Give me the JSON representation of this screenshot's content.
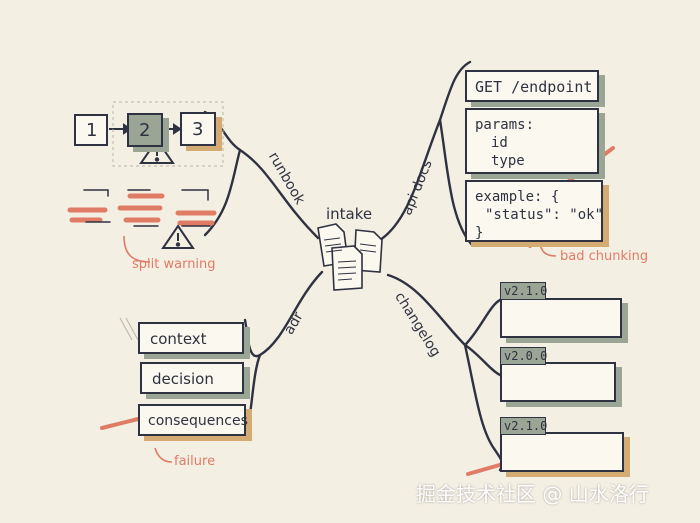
{
  "center": {
    "label": "intake"
  },
  "branches": {
    "runbook": "runbook",
    "adr": "adr",
    "api_docs": "api docs",
    "changelog": "changelog"
  },
  "runbook": {
    "steps": [
      "1",
      "2",
      "3"
    ],
    "annotation": "split warning"
  },
  "api_docs": {
    "endpoint": "GET /endpoint",
    "params_title": "params:",
    "params": [
      "id",
      "type"
    ],
    "example_line1": "example: {",
    "example_line2": "\"status\": \"ok\"",
    "example_line3": "}",
    "annotation": "bad chunking"
  },
  "adr": {
    "sections": [
      "context",
      "decision",
      "consequences"
    ],
    "annotation": "failure"
  },
  "changelog": {
    "versions": [
      "v2.1.0",
      "v2.0.0",
      "v2.1.0"
    ]
  },
  "watermark": "掘金技术社区 @ 山水洛行",
  "colors": {
    "background": "#f4efe3",
    "ink": "#2f3240",
    "sage": "#9aa595",
    "ochre": "#d4ac73",
    "coral": "#e07b66"
  }
}
